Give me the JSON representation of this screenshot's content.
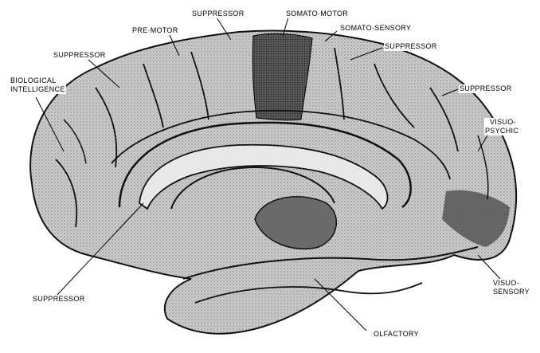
{
  "labels": {
    "suppressor_top": "SUPPRESSOR",
    "somato_motor": "SOMATO·MOTOR",
    "somato_sensory": "SOMATO·SENSORY",
    "pre_motor": "PRE·MOTOR",
    "suppressor_upper_left": "SUPPRESSOR",
    "suppressor_upper_right": "SUPPRESSOR",
    "biological_intelligence_1": "BIOLOGICAL",
    "biological_intelligence_2": "INTELLIGENCE",
    "suppressor_right": "SUPPRESSOR",
    "visio_psychic_1": "VISUO-",
    "visio_psychic_2": "PSYCHIC",
    "suppressor_bottom": "SUPPRESSOR",
    "visuo_sensory_1": "VISUO-",
    "visuo_sensory_2": "SENSORY",
    "olfactory": "OLFACTORY"
  }
}
